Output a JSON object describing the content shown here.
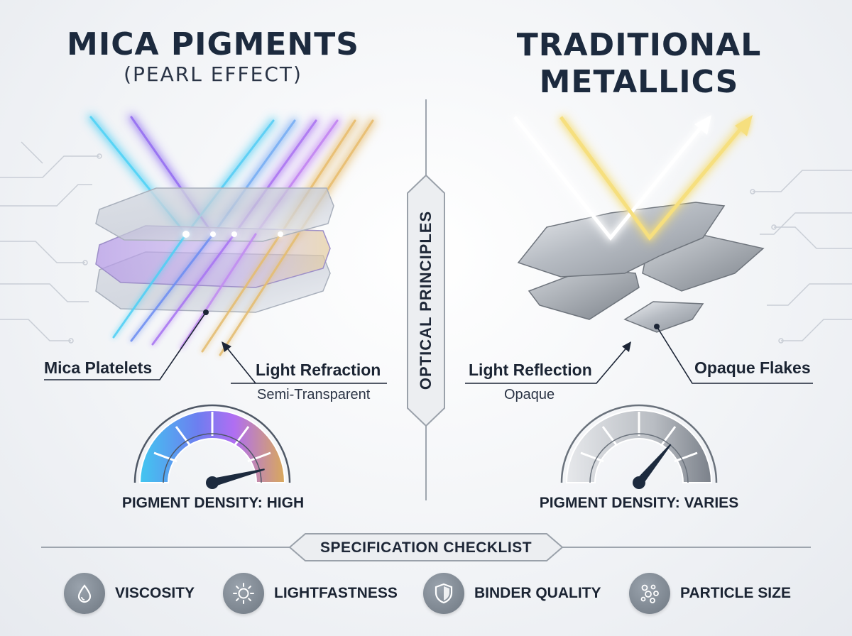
{
  "left": {
    "title": "MICA PIGMENTS",
    "subtitle": "(PEARL EFFECT)",
    "label_platelets": "Mica Platelets",
    "label_refraction": "Light Refraction",
    "label_transparency": "Semi-Transparent",
    "gauge_label": "PIGMENT DENSITY: HIGH",
    "gauge_level": 0.92
  },
  "center": {
    "divider_label": "OPTICAL PRINCIPLES"
  },
  "right": {
    "title_line1": "TRADITIONAL",
    "title_line2": "METALLICS",
    "label_reflection": "Light Reflection",
    "label_opacity": "Opaque",
    "label_flakes": "Opaque Flakes",
    "gauge_label": "PIGMENT DENSITY: VARIES",
    "gauge_level": 0.72
  },
  "checklist": {
    "title": "SPECIFICATION CHECKLIST",
    "items": [
      {
        "label": "VISCOSITY",
        "icon": "droplet-icon"
      },
      {
        "label": "LIGHTFASTNESS",
        "icon": "sun-icon"
      },
      {
        "label": "BINDER QUALITY",
        "icon": "shield-icon"
      },
      {
        "label": "PARTICLE SIZE",
        "icon": "particles-icon"
      }
    ]
  },
  "colors": {
    "navy": "#1c2a3e",
    "cyan": "#3ec8f2",
    "violet": "#9a5cf0",
    "gold": "#e3b45a",
    "silver": "#a8adb4"
  }
}
